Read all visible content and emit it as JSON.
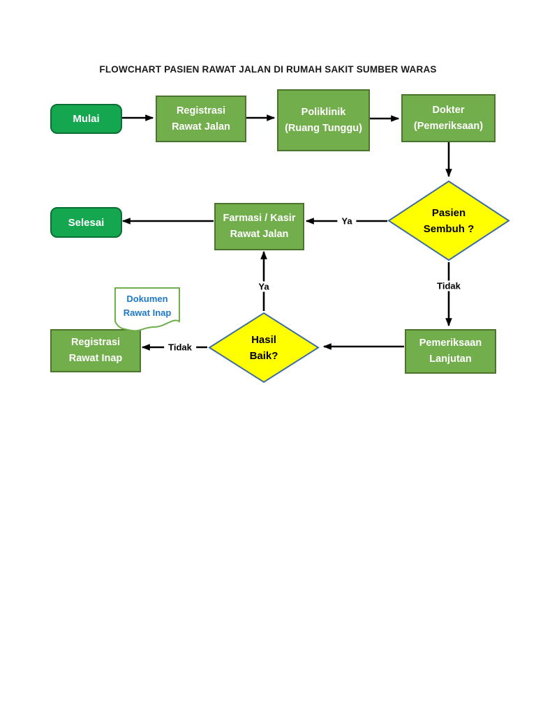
{
  "title": "FLOWCHART PASIEN RAWAT JALAN DI RUMAH SAKIT SUMBER WARAS",
  "nodes": {
    "mulai": {
      "label": "Mulai",
      "type": "terminator"
    },
    "registrasi_rawat_jalan": {
      "line1": "Registrasi",
      "line2": "Rawat Jalan",
      "type": "process"
    },
    "poliklinik": {
      "line1": "Poliklinik",
      "line2": "(Ruang Tunggu)",
      "type": "process"
    },
    "dokter": {
      "line1": "Dokter",
      "line2": "(Pemeriksaan)",
      "type": "process"
    },
    "pasien_sembuh": {
      "line1": "Pasien",
      "line2": "Sembuh ?",
      "type": "decision"
    },
    "farmasi_kasir": {
      "line1": "Farmasi / Kasir",
      "line2": "Rawat Jalan",
      "type": "process"
    },
    "selesai": {
      "label": "Selesai",
      "type": "terminator"
    },
    "pemeriksaan_lanjutan": {
      "line1": "Pemeriksaan",
      "line2": "Lanjutan",
      "type": "process"
    },
    "hasil_baik": {
      "line1": "Hasil",
      "line2": "Baik?",
      "type": "decision"
    },
    "registrasi_rawat_inap": {
      "line1": "Registrasi",
      "line2": "Rawat Inap",
      "type": "process"
    },
    "dokumen_rawat_inap": {
      "line1": "Dokumen",
      "line2": "Rawat Inap",
      "type": "document"
    }
  },
  "edge_labels": {
    "pasien_sembuh_ya": "Ya",
    "pasien_sembuh_tidak": "Tidak",
    "hasil_baik_ya": "Ya",
    "hasil_baik_tidak": "Tidak"
  },
  "colors": {
    "title_text": "#1a1a1a",
    "node_text": "#ffffff",
    "terminator_fill": "#14a750",
    "terminator_border": "#0b6e35",
    "process_fill": "#73ae4c",
    "process_border": "#4c742c",
    "decision_fill": "#ffff00",
    "decision_border": "#3f6d9e",
    "decision_text": "#000000",
    "document_border": "#6fae4b",
    "document_text": "#1e78c8",
    "connector": "#000000"
  }
}
